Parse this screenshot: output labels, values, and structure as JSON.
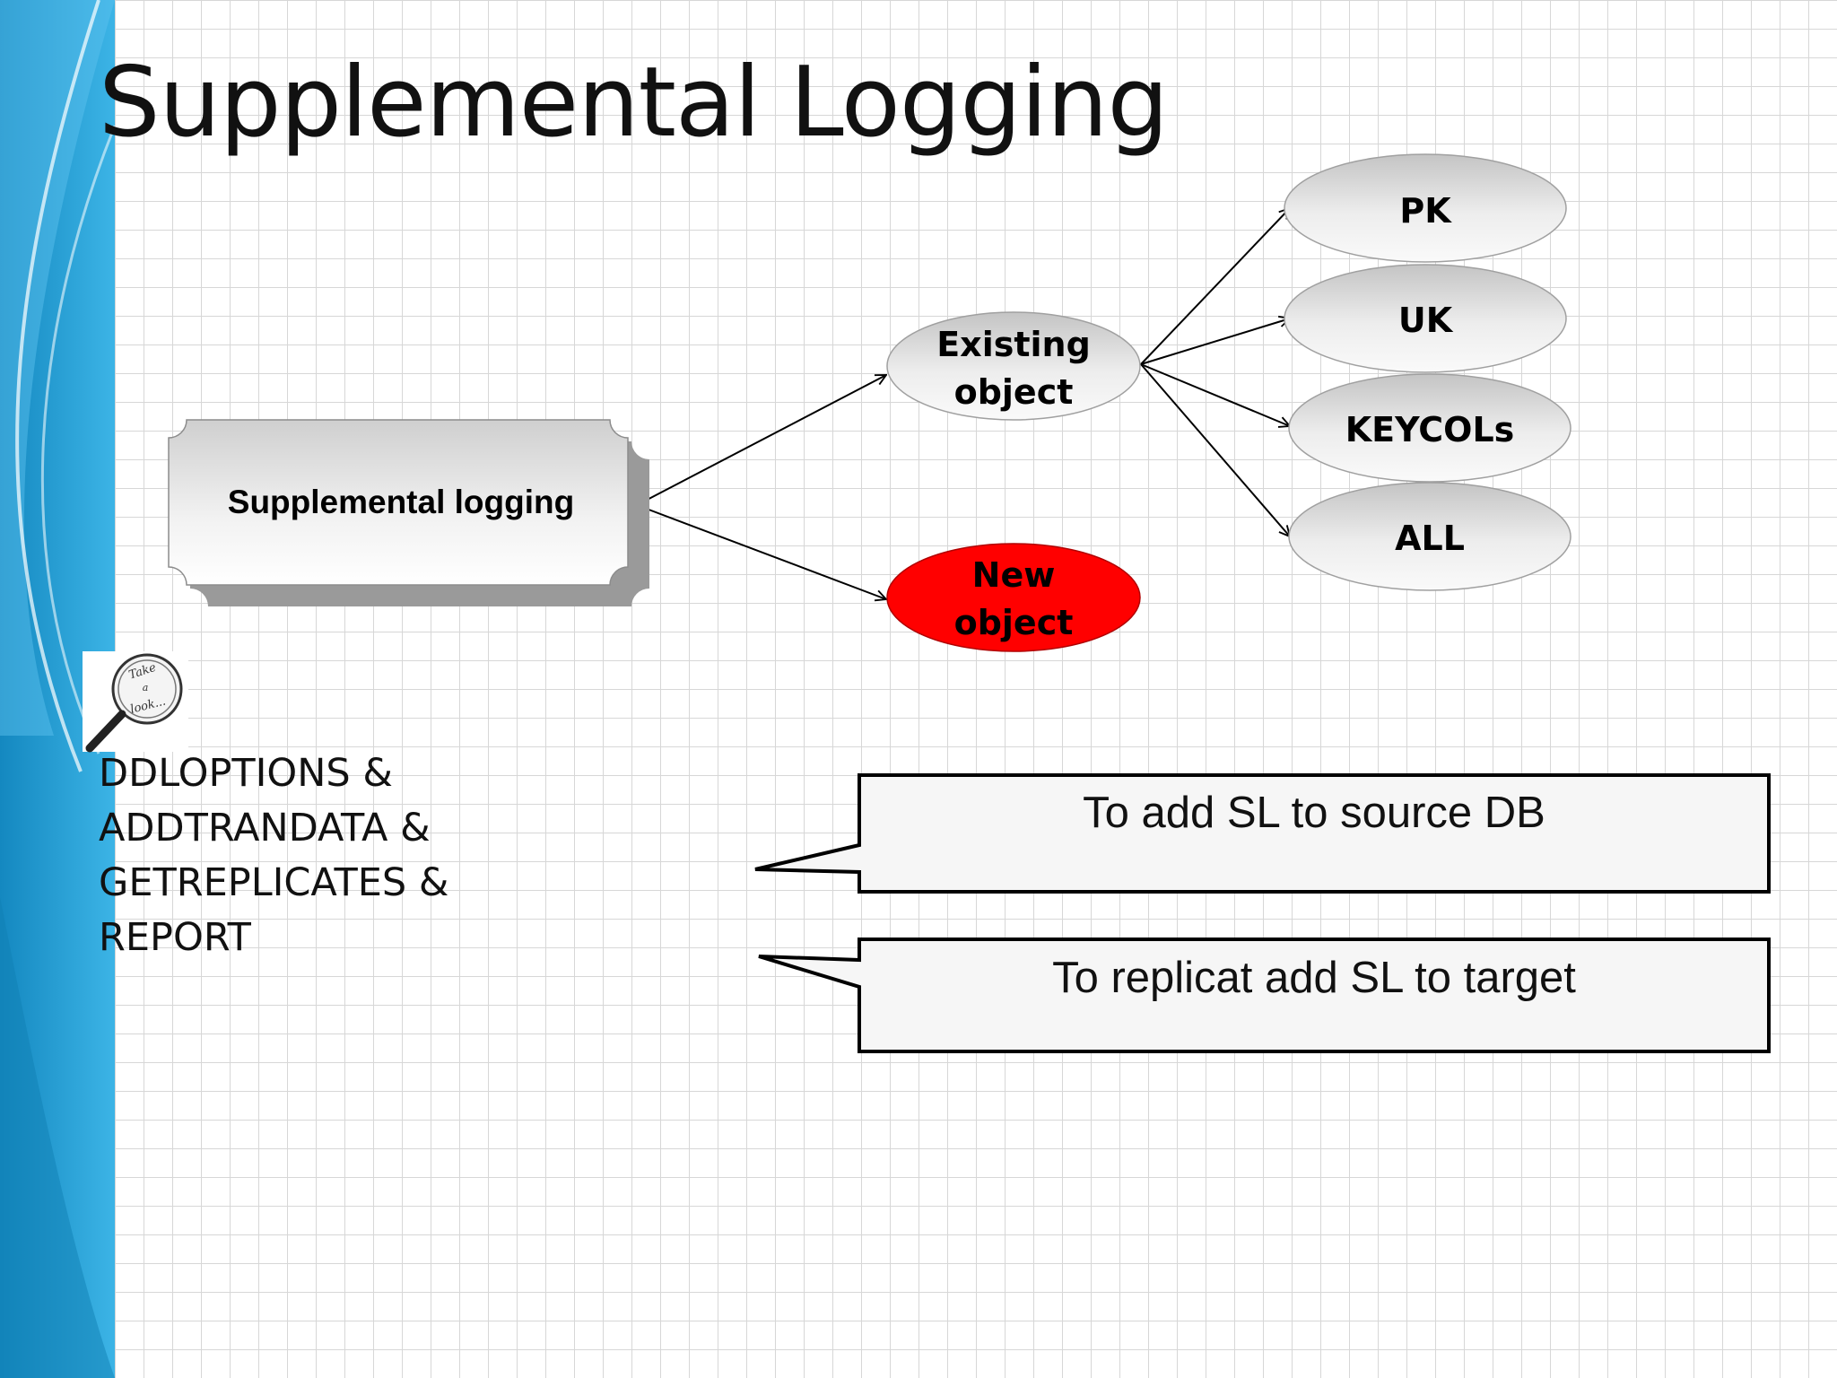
{
  "slide": {
    "title": "Supplemental Logging",
    "sidebar_color": "#1a9cd0"
  },
  "diagram": {
    "root_label": "Supplemental logging",
    "existing_object": [
      "Existing",
      "object"
    ],
    "new_object": [
      "New",
      "object"
    ],
    "new_object_color": "#ff0000",
    "key_types": [
      "PK",
      "UK",
      "KEYCOLs",
      "ALL"
    ]
  },
  "note_icon": {
    "name": "take-a-look-magnifier-icon",
    "text": [
      "Take",
      "a",
      "look..."
    ]
  },
  "body_lines": [
    "DDLOPTIONS &",
    "ADDTRANDATA &",
    "GETREPLICATES &",
    "REPORT"
  ],
  "callouts": [
    {
      "text": "To add SL to source DB"
    },
    {
      "text": "To replicat add SL to target"
    }
  ]
}
